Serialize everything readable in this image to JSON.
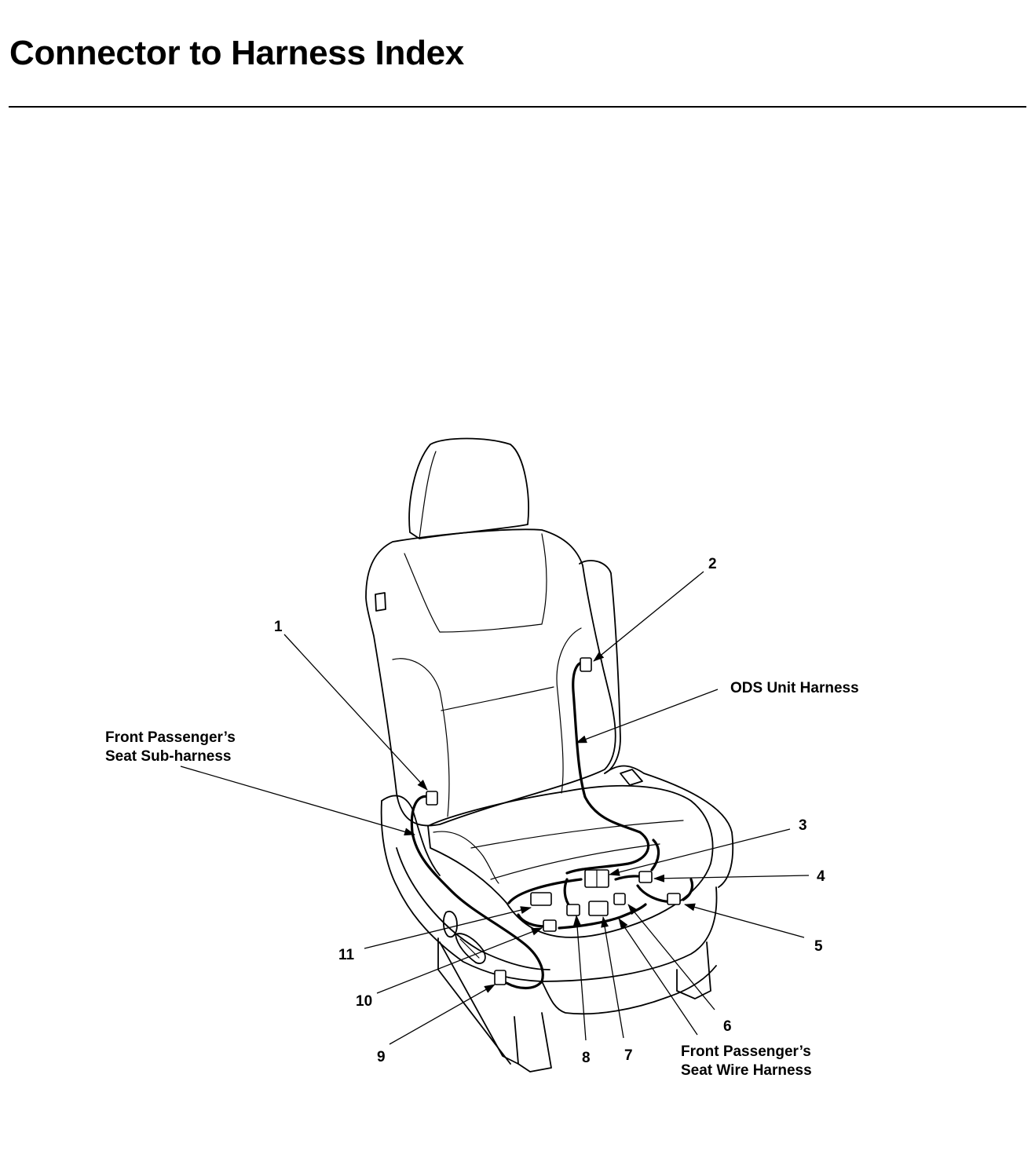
{
  "header": {
    "title": "Connector to Harness Index"
  },
  "diagram": {
    "callouts": [
      "1",
      "2",
      "3",
      "4",
      "5",
      "6",
      "7",
      "8",
      "9",
      "10",
      "11"
    ],
    "harness_labels": {
      "ods_unit": "ODS Unit Harness",
      "sub_harness_line1": "Front Passenger’s",
      "sub_harness_line2": "Seat Sub-harness",
      "wire_harness_line1": "Front Passenger’s",
      "wire_harness_line2": "Seat Wire Harness"
    }
  }
}
